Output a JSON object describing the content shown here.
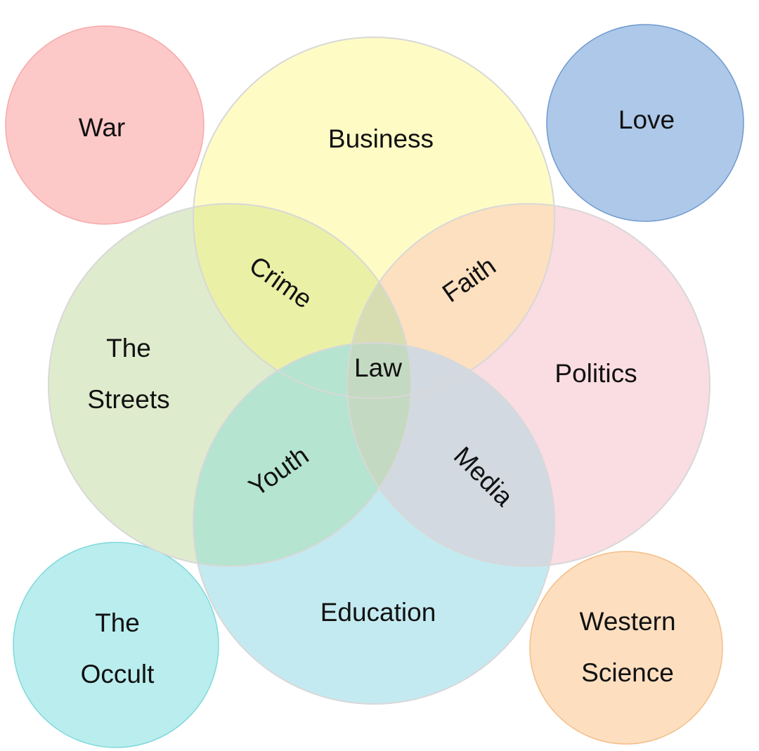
{
  "diagram": {
    "corner_circles": {
      "war": {
        "label": "War",
        "fill": "#FDC8C8",
        "stroke": "#F6A9A9"
      },
      "love": {
        "label": "Love",
        "fill": "#ADC8E8",
        "stroke": "#6F99D0"
      },
      "occult": {
        "lines": [
          "The",
          "Occult"
        ],
        "fill": "#BAEDEE",
        "stroke": "#7FD9DB"
      },
      "western_science": {
        "lines": [
          "Western",
          "Science"
        ],
        "fill": "#FDDFC0",
        "stroke": "#F3BE86"
      }
    },
    "sets": {
      "business": {
        "label": "Business",
        "fill": "#FEFBC5",
        "stroke": "#D8D8D8"
      },
      "streets": {
        "lines": [
          "The",
          "Streets"
        ],
        "fill": "#DFEBCD",
        "stroke": "#D8D8D8"
      },
      "politics": {
        "label": "Politics",
        "fill": "#FADCE3",
        "stroke": "#D8D8D8"
      },
      "education": {
        "label": "Education",
        "fill": "#C4EAF1",
        "stroke": "#D8D8D8"
      }
    },
    "overlaps": {
      "crime": "Crime",
      "faith": "Faith",
      "youth": "Youth",
      "media": "Media",
      "law": "Law"
    },
    "overlap_colors": {
      "crime": "#EAF1A6",
      "faith": "#FCE0BF",
      "youth": "#B5E4D1",
      "media": "#D2D9E1",
      "law": "#D7DDB1",
      "law_edu": "#C4D9C1"
    }
  }
}
